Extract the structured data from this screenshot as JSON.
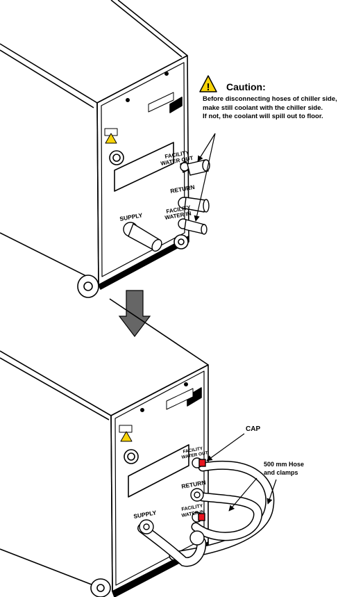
{
  "caution": {
    "title": "Caution:",
    "lines": [
      "Before disconnecting hoses of chiller side,",
      "make still coolant with the chiller side.",
      "If not, the coolant will spill out to floor."
    ]
  },
  "top_unit": {
    "facility_water_out": [
      "FACILITY",
      "WATER OUT"
    ],
    "return": "RETURN",
    "facility_water_in": [
      "FACILITY",
      "WATER IN"
    ],
    "supply": "SUPPLY"
  },
  "bottom_unit": {
    "facility_water_out": [
      "FACILITY",
      "WATER OUT"
    ],
    "return": "RETURN",
    "facility_water_in": [
      "FACILITY",
      "WATER IN"
    ],
    "supply": "SUPPLY"
  },
  "callouts": {
    "cap": "CAP",
    "hose": [
      "500 mm Hose",
      "and clamps"
    ]
  },
  "colors": {
    "cap_red": "#e8141e",
    "caution_yellow": "#f7d308"
  }
}
